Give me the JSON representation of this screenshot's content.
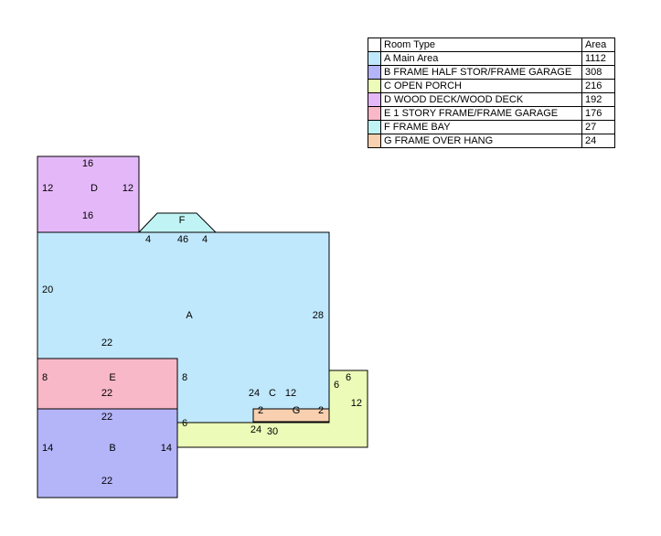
{
  "legend": {
    "header_type": "Room Type",
    "header_area": "Area",
    "rows": [
      {
        "label": "A Main Area",
        "area": "1112",
        "color": "#c0e8fc"
      },
      {
        "label": "B FRAME HALF STOR/FRAME GARAGE",
        "area": "308",
        "color": "#b4b4f8"
      },
      {
        "label": "C OPEN PORCH",
        "area": "216",
        "color": "#ecfcb8"
      },
      {
        "label": "D WOOD DECK/WOOD DECK",
        "area": "192",
        "color": "#e4b8f8"
      },
      {
        "label": "E 1 STORY FRAME/FRAME GARAGE",
        "area": "176",
        "color": "#f8b8c8"
      },
      {
        "label": "F FRAME BAY",
        "area": "27",
        "color": "#c0f4f4"
      },
      {
        "label": "G FRAME OVER HANG",
        "area": "24",
        "color": "#f8d0b0"
      }
    ]
  },
  "sketch": {
    "labels": {
      "d_top": "16",
      "d_left": "12",
      "d_name": "D",
      "d_right": "12",
      "d_bottom": "16",
      "f_name": "F",
      "f_left": "4",
      "f_mid": "46",
      "f_right": "4",
      "a_left": "20",
      "a_name": "A",
      "a_right": "28",
      "a_bottom": "22",
      "e_left": "8",
      "e_name": "E",
      "e_right": "8",
      "e_bottom": "22",
      "c_left": "24",
      "c_name": "C",
      "c_mid": "12",
      "c_top": "6",
      "c_topside": "6",
      "c_right": "12",
      "c_bottom_left": "24",
      "c_bottom": "30",
      "c_leftside": "6",
      "g_left": "2",
      "g_name": "G",
      "g_right": "2",
      "b_top": "22",
      "b_left": "14",
      "b_name": "B",
      "b_right": "14",
      "b_bottom": "22"
    }
  }
}
